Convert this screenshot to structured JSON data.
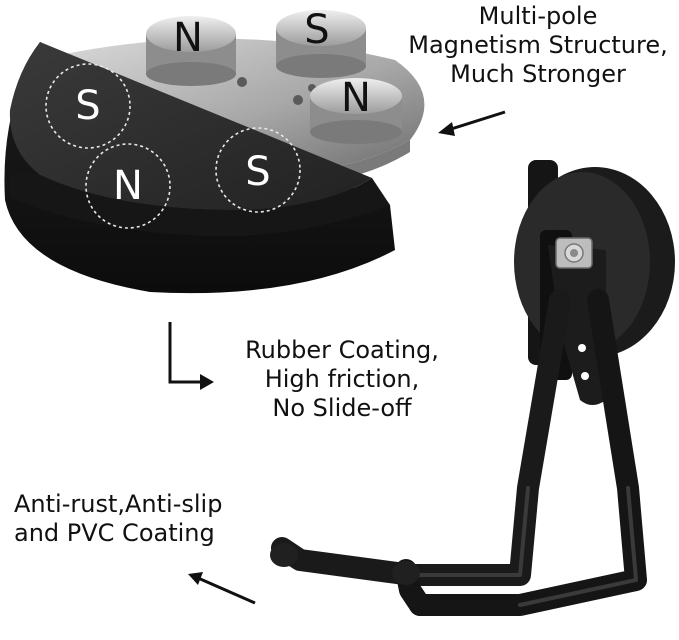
{
  "callouts": {
    "multipole": [
      "Multi-pole",
      "Magnetism Structure,",
      "Much Stronger"
    ],
    "rubber": [
      "Rubber Coating,",
      "High friction,",
      "No Slide-off"
    ],
    "pvc": [
      "Anti-rust,Anti-slip",
      "and PVC Coating"
    ]
  },
  "poles": {
    "metal": [
      "N",
      "S",
      "N"
    ],
    "rubber": [
      "S",
      "N",
      "S"
    ]
  },
  "colors": {
    "rubber": "#2b2b2b",
    "metal": "#b9b9b9",
    "arrow": "#111111",
    "text": "#111111"
  },
  "icons": [
    "arrow-left-icon",
    "corner-arrow-icon",
    "arrow-down-left-icon"
  ]
}
